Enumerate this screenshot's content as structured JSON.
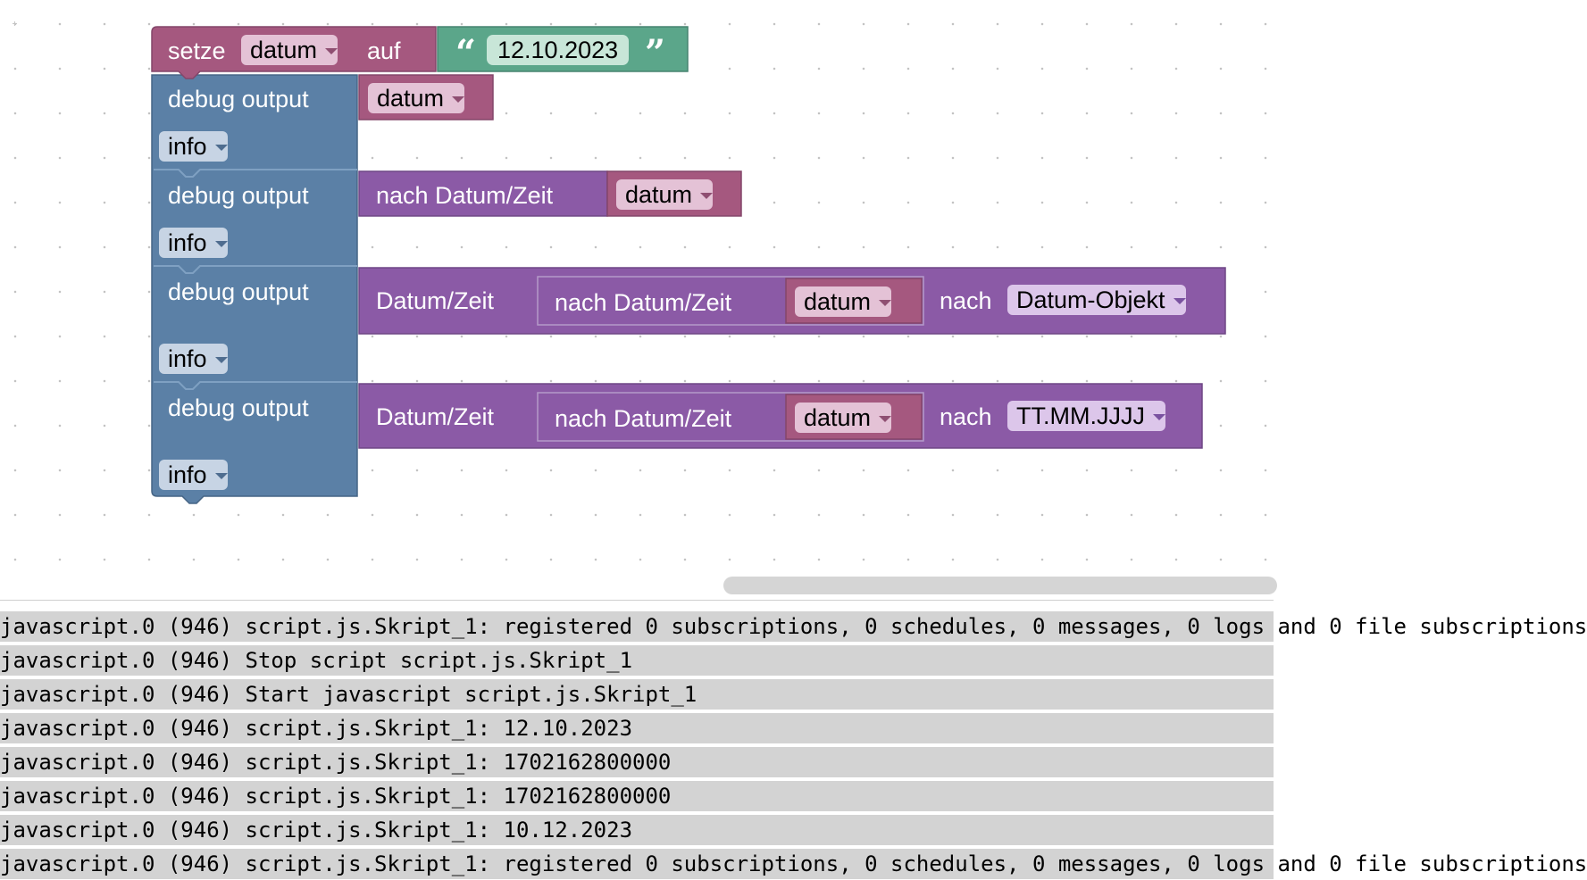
{
  "colors": {
    "variable_block": "#a5587f",
    "text_block": "#5ba68a",
    "debug_block": "#5b80a6",
    "date_block": "#8b5aa6"
  },
  "blocks": {
    "set": {
      "kw_set": "setze",
      "var": "datum",
      "kw_to": "auf",
      "text_value": "12.10.2023",
      "quote_open": "“",
      "quote_close": "”"
    },
    "debug1": {
      "label": "debug output",
      "level": "info",
      "var": "datum"
    },
    "debug2": {
      "label": "debug output",
      "level": "info",
      "convert_label": "nach Datum/Zeit",
      "var": "datum"
    },
    "debug3": {
      "label": "debug output",
      "level": "info",
      "outer_label": "Datum/Zeit",
      "convert_label": "nach Datum/Zeit",
      "var": "datum",
      "to_label": "nach",
      "format": "Datum-Objekt"
    },
    "debug4": {
      "label": "debug output",
      "level": "info",
      "outer_label": "Datum/Zeit",
      "convert_label": "nach Datum/Zeit",
      "var": "datum",
      "to_label": "nach",
      "format": "TT.MM.JJJJ"
    }
  },
  "log": [
    "javascript.0 (946) script.js.Skript_1: registered 0 subscriptions, 0 schedules, 0 messages, 0 logs and 0 file subscriptions",
    "javascript.0 (946) Stop script script.js.Skript_1",
    "javascript.0 (946) Start javascript script.js.Skript_1",
    "javascript.0 (946) script.js.Skript_1: 12.10.2023",
    "javascript.0 (946) script.js.Skript_1: 1702162800000",
    "javascript.0 (946) script.js.Skript_1: 1702162800000",
    "javascript.0 (946) script.js.Skript_1: 10.12.2023",
    "javascript.0 (946) script.js.Skript_1: registered 0 subscriptions, 0 schedules, 0 messages, 0 logs and 0 file subscriptions"
  ]
}
